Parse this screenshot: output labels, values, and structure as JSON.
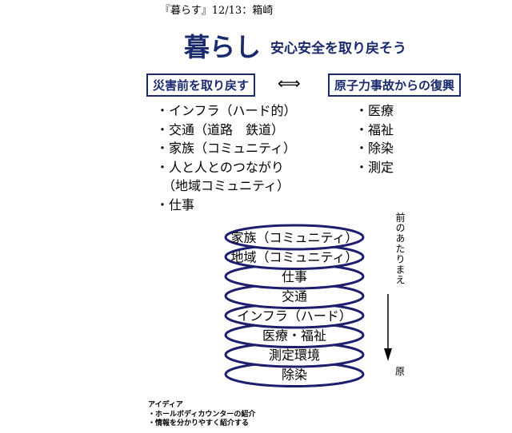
{
  "header_note": "『暮らす』12/13：箱崎",
  "title": "暮らし",
  "subtitle": "安心安全を取り戻そう",
  "left_box": "災害前を取り戻す",
  "right_box": "原子力事故からの復興",
  "arrow_symbol": "⟺",
  "left_list": [
    "・インフラ（ハード的）",
    "・交通（道路　鉄道）",
    "・家族（コミュニティ）",
    "・人と人とのつながり",
    "　（地域コミュニティ）",
    "・仕事"
  ],
  "right_list": [
    "・医療",
    "・福祉",
    "・除染",
    "・測定"
  ],
  "stack_layers": [
    "家族（コミュニティ）",
    "地域（コミュニティ）",
    "仕事",
    "交通",
    "インフラ（ハード）",
    "医療・福祉",
    "測定環境",
    "除染"
  ],
  "vertical_label": "前のあたりまえ",
  "vertical_end": "原",
  "ideas_title": "アイディア",
  "ideas": [
    "・ホールボディカウンターの紹介",
    "・情報を分かりやすく紹介する"
  ],
  "colors": {
    "accent": "#1a2a6c",
    "stroke": "#1e1e6e"
  }
}
